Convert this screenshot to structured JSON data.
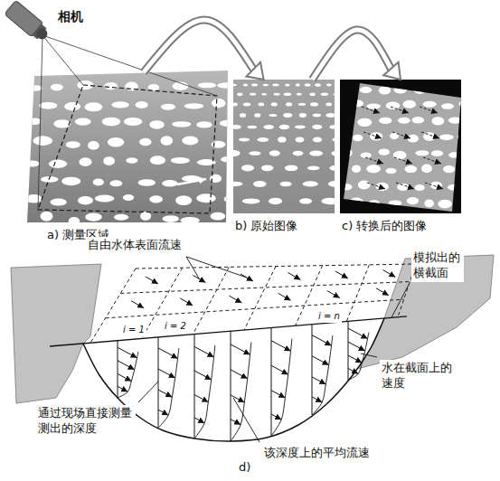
{
  "diagram": {
    "nodes": [
      {
        "text": [
          "a) 测量区域"
        ]
      },
      {
        "text": [
          "b) 原始图像"
        ]
      },
      {
        "text": [
          "c) 转换后的图像"
        ]
      }
    ],
    "edges": [
      {
        "from": 0,
        "to": 1,
        "arrow": "to"
      },
      {
        "from": 1,
        "to": 2,
        "arrow": "to"
      }
    ],
    "labels": [
      "相机",
      "自由水体表面流速",
      "模拟出的横截面",
      "水在截面上的速度",
      "通过现场直接测量测出的深度",
      "该深度上的平均流速",
      "i = 1",
      "i = 2",
      "i = n",
      "d)"
    ]
  }
}
